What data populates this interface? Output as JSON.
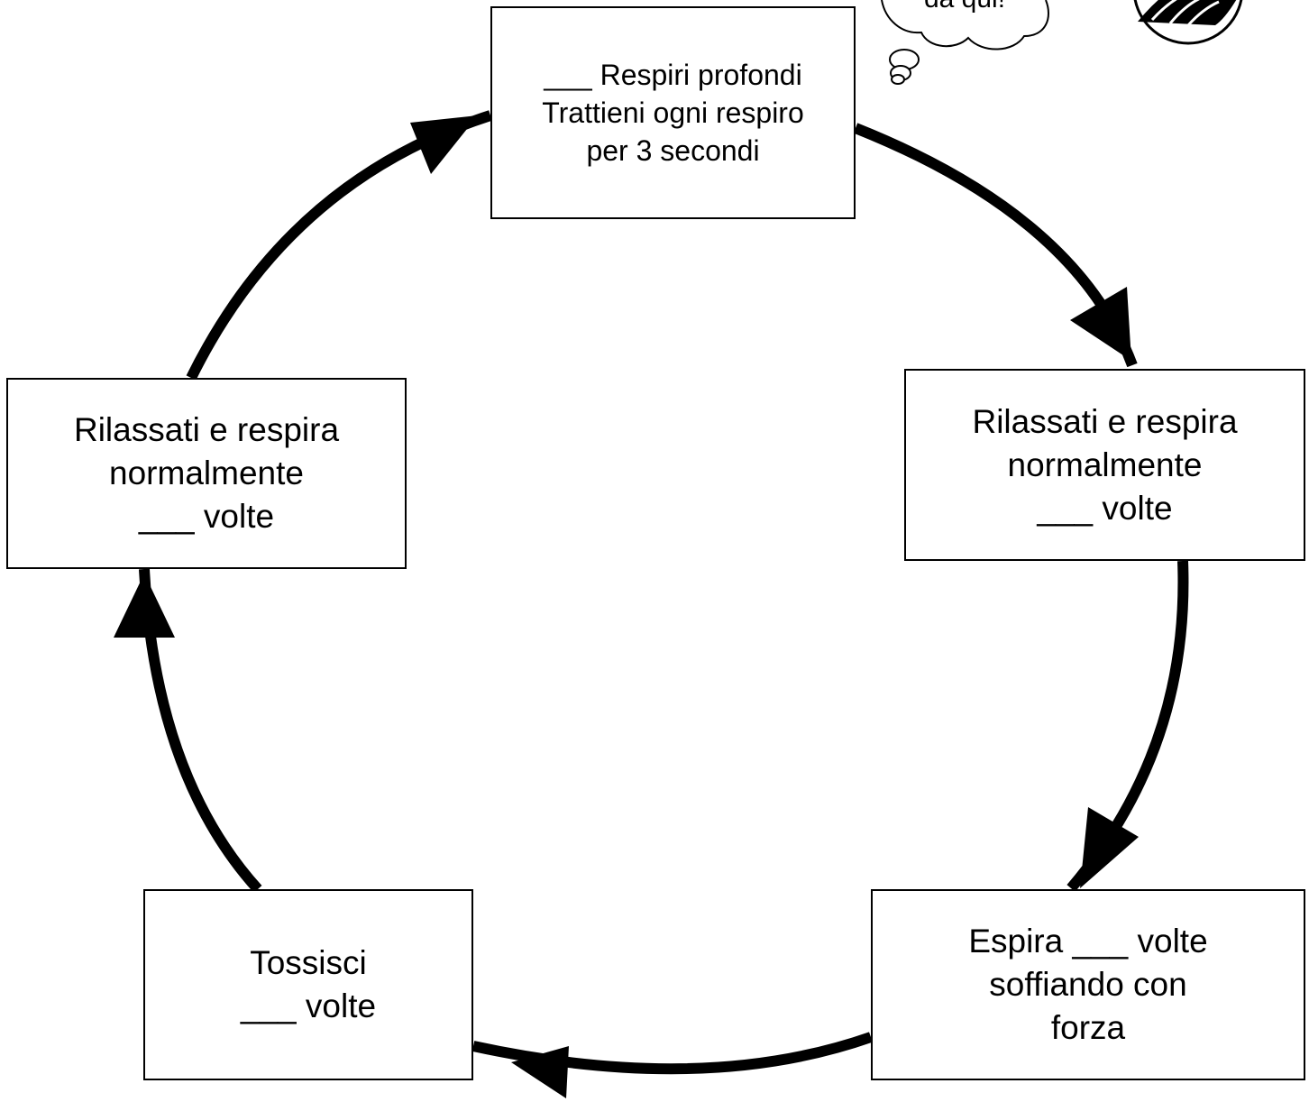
{
  "steps": {
    "top": {
      "line1": "___ Respiri profondi",
      "line2": "Trattieni ogni respiro",
      "line3": "per 3 secondi"
    },
    "right": {
      "line1": "Rilassati e respira",
      "line2": "normalmente",
      "line3": "___ volte"
    },
    "bottom_right": {
      "line1": "Espira ___ volte",
      "line2": "soffiando con",
      "line3": "forza"
    },
    "bottom_left": {
      "line1": "Tossisci",
      "line2": "___ volte"
    },
    "left": {
      "line1": "Rilassati e respira",
      "line2": "normalmente",
      "line3": "___ volte"
    }
  },
  "thought_bubble": {
    "text": "da qui!"
  },
  "logo": {
    "icon": "circular-logo-icon"
  },
  "colors": {
    "stroke": "#000000",
    "background": "#ffffff"
  }
}
